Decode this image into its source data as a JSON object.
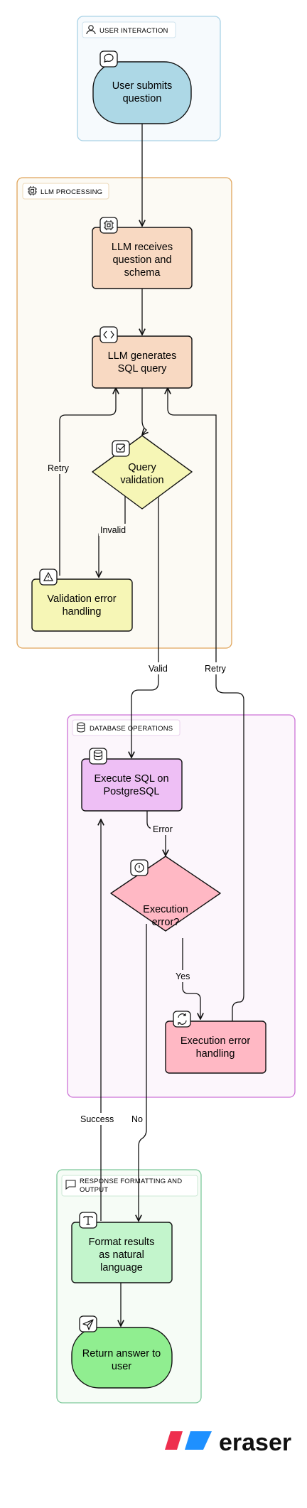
{
  "groups": {
    "user_interaction": {
      "title": "USER INTERACTION"
    },
    "llm_processing": {
      "title": "LLM PROCESSING"
    },
    "database_operations": {
      "title": "DATABASE OPERATIONS"
    },
    "response_output": {
      "title_line1": "RESPONSE FORMATTING AND",
      "title_line2": "OUTPUT"
    }
  },
  "nodes": {
    "user_submits": {
      "line1": "User submits",
      "line2": "question",
      "icon": "chat-bubble-icon",
      "color": "#add8e6"
    },
    "llm_receives": {
      "line1": "LLM receives",
      "line2": "question and",
      "line3": "schema",
      "icon": "cpu-icon",
      "color": "#f8d9c2"
    },
    "llm_generates": {
      "line1": "LLM generates",
      "line2": "SQL query",
      "icon": "code-icon",
      "color": "#f8d9c2"
    },
    "query_validation": {
      "line1": "Query",
      "line2": "validation",
      "icon": "checkbox-icon",
      "color": "#f6f6b6"
    },
    "validation_error": {
      "line1": "Validation error",
      "line2": "handling",
      "icon": "warning-icon",
      "color": "#f6f6b6"
    },
    "execute_sql": {
      "line1": "Execute SQL on",
      "line2": "PostgreSQL",
      "icon": "database-icon",
      "color": "#eebff5"
    },
    "execution_error": {
      "line1": "Execution",
      "line2": "error?",
      "icon": "alert-circle-icon",
      "color": "#ffb8c4"
    },
    "execution_error_handling": {
      "line1": "Execution error",
      "line2": "handling",
      "icon": "refresh-icon",
      "color": "#ffb8c4"
    },
    "format_results": {
      "line1": "Format results",
      "line2": "as natural",
      "line3": "language",
      "icon": "text-icon",
      "color": "#c3f5cc"
    },
    "return_answer": {
      "line1": "Return answer to",
      "line2": "user",
      "icon": "send-icon",
      "color": "#90ee90"
    }
  },
  "edge_labels": {
    "retry_left": "Retry",
    "invalid": "Invalid",
    "valid": "Valid",
    "retry_right": "Retry",
    "error": "Error",
    "yes": "Yes",
    "success": "Success",
    "no": "No"
  },
  "brand": {
    "name": "eraser"
  }
}
